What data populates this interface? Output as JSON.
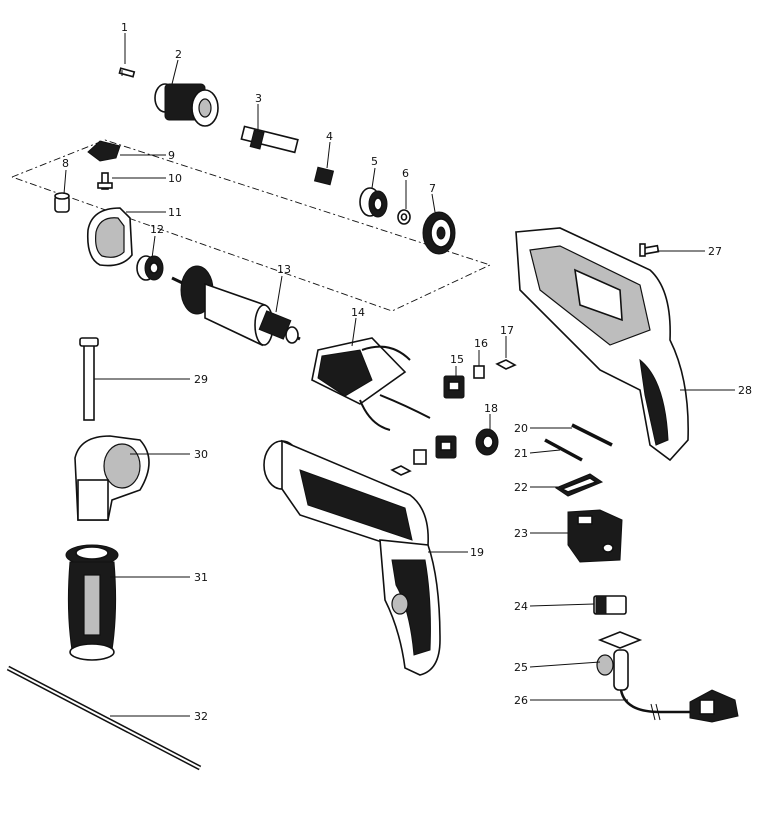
{
  "parts": [
    {
      "id": "1",
      "label": "1"
    },
    {
      "id": "2",
      "label": "2"
    },
    {
      "id": "3",
      "label": "3"
    },
    {
      "id": "4",
      "label": "4"
    },
    {
      "id": "5",
      "label": "5"
    },
    {
      "id": "6",
      "label": "6"
    },
    {
      "id": "7",
      "label": "7"
    },
    {
      "id": "8",
      "label": "8"
    },
    {
      "id": "9",
      "label": "9"
    },
    {
      "id": "10",
      "label": "10"
    },
    {
      "id": "11",
      "label": "11"
    },
    {
      "id": "12",
      "label": "12"
    },
    {
      "id": "13",
      "label": "13"
    },
    {
      "id": "14",
      "label": "14"
    },
    {
      "id": "15",
      "label": "15"
    },
    {
      "id": "16",
      "label": "16"
    },
    {
      "id": "17",
      "label": "17"
    },
    {
      "id": "18",
      "label": "18"
    },
    {
      "id": "19",
      "label": "19"
    },
    {
      "id": "20",
      "label": "20"
    },
    {
      "id": "21",
      "label": "21"
    },
    {
      "id": "22",
      "label": "22"
    },
    {
      "id": "23",
      "label": "23"
    },
    {
      "id": "24",
      "label": "24"
    },
    {
      "id": "25",
      "label": "25"
    },
    {
      "id": "26",
      "label": "26"
    },
    {
      "id": "27",
      "label": "27"
    },
    {
      "id": "28",
      "label": "28"
    },
    {
      "id": "29",
      "label": "29"
    },
    {
      "id": "30",
      "label": "30"
    },
    {
      "id": "31",
      "label": "31"
    },
    {
      "id": "32",
      "label": "32"
    }
  ]
}
